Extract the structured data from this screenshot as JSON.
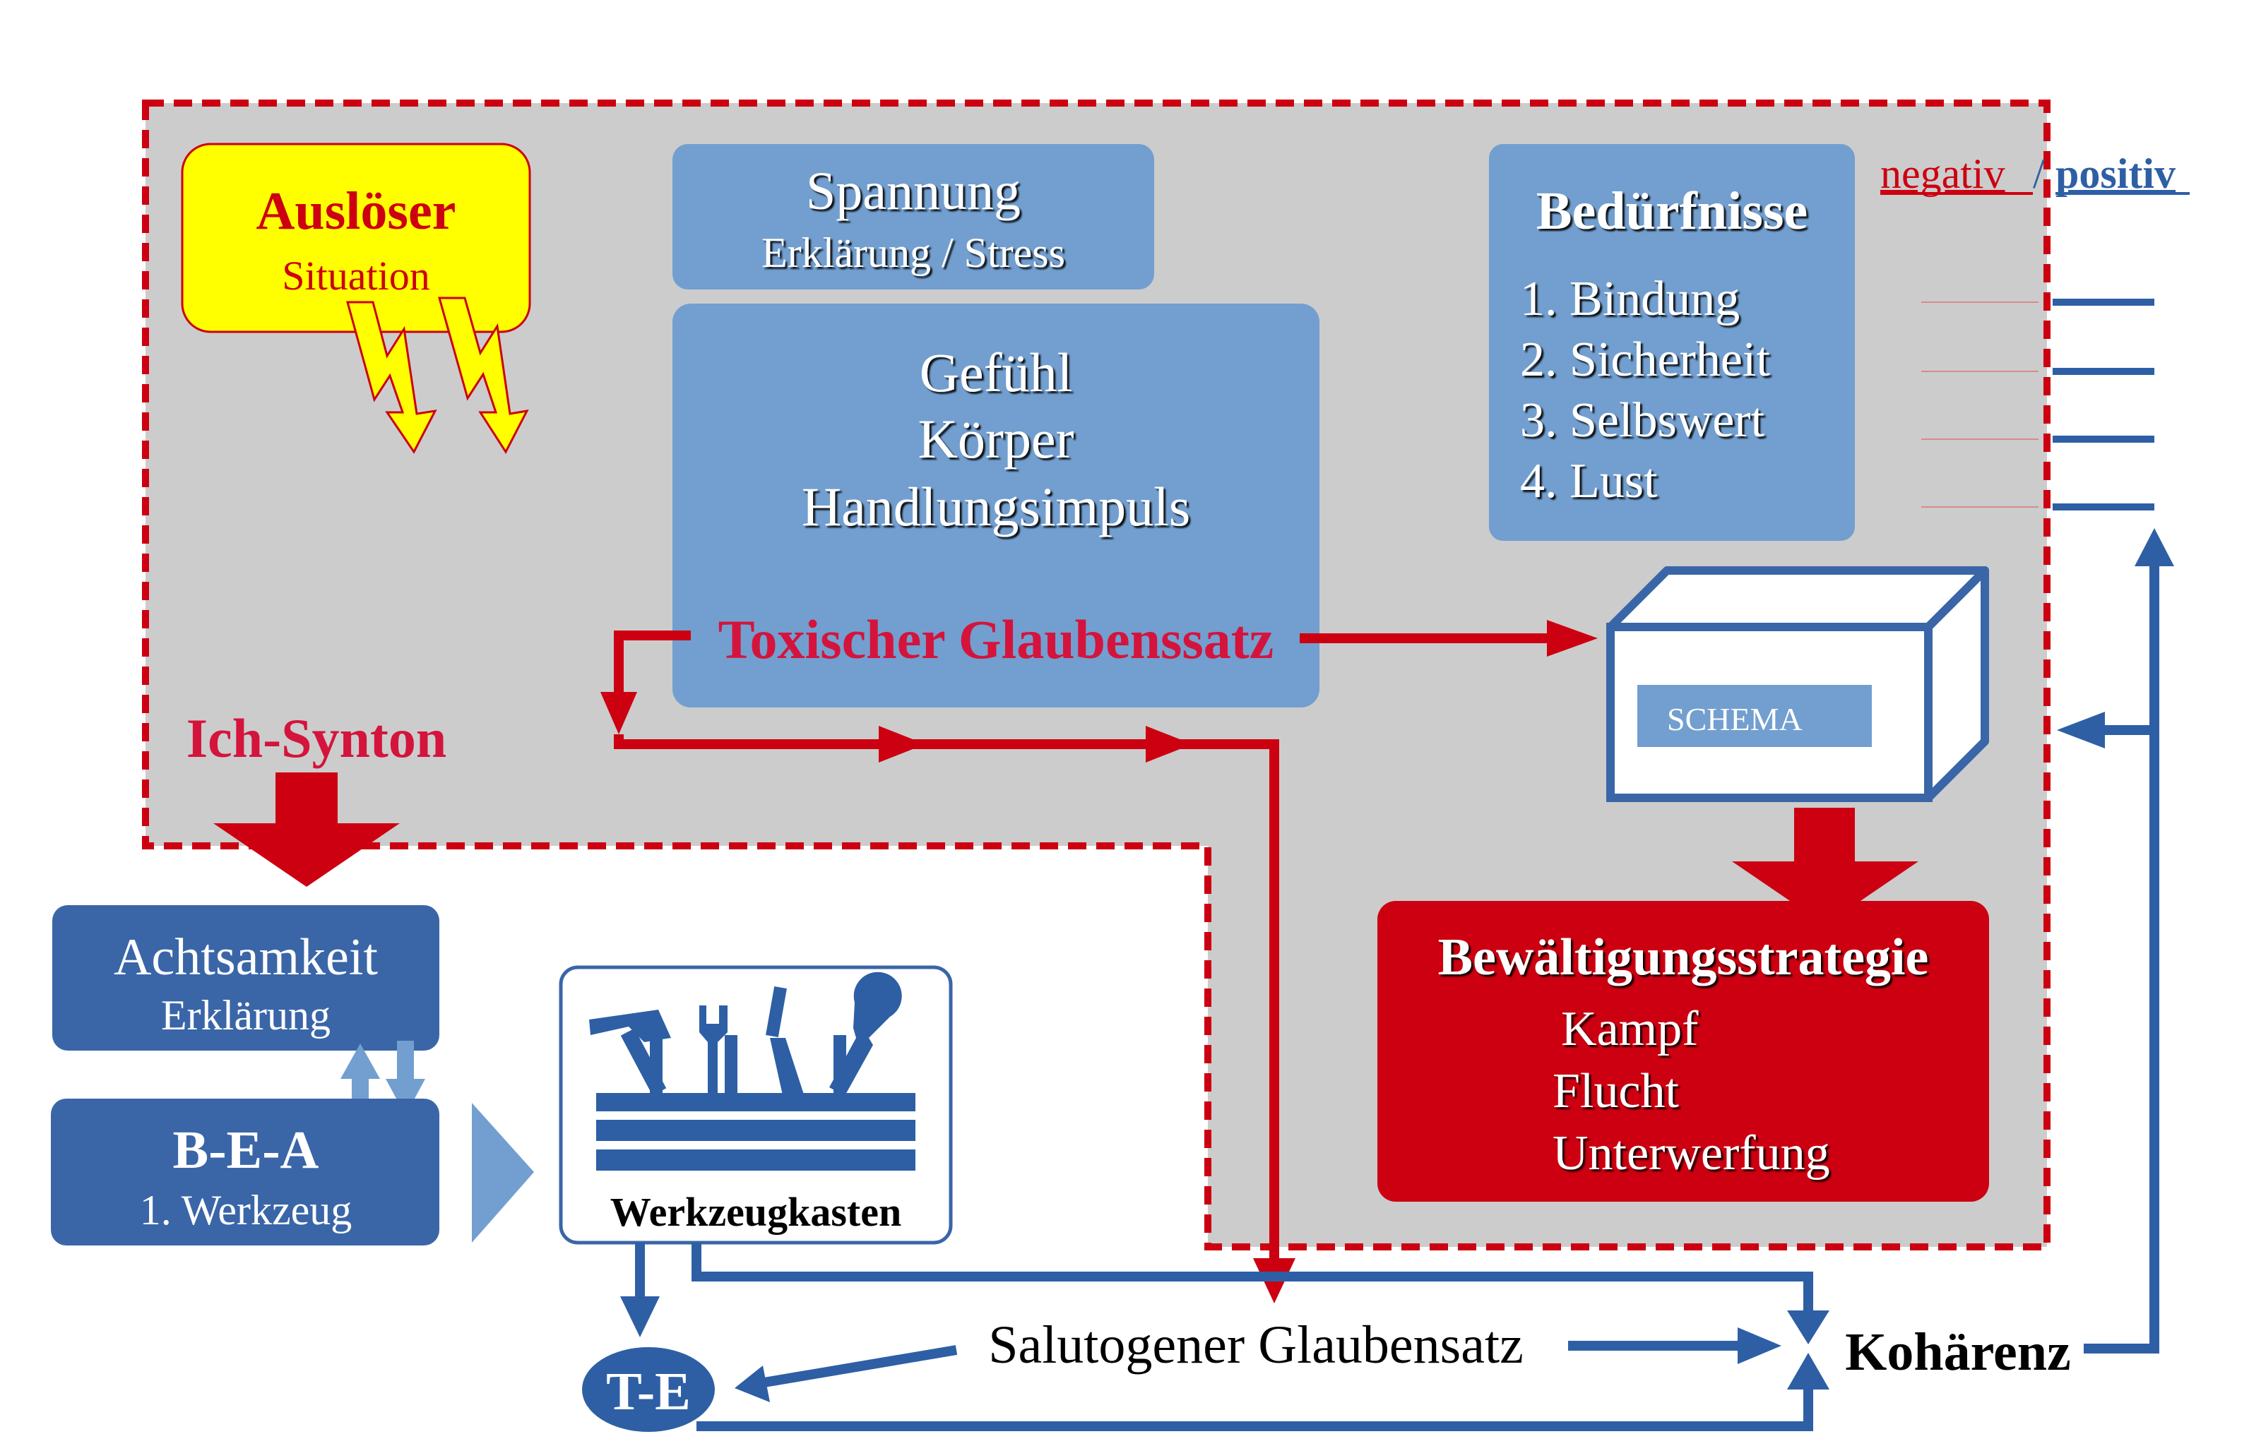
{
  "trigger": {
    "title": "Auslöser",
    "subtitle": "Situation"
  },
  "tension": {
    "title": "Spannung",
    "subtitle": "Erklärung / Stress"
  },
  "feeling": {
    "line1": "Gefühl",
    "line2": "Körper",
    "line3": "Handlungsimpuls",
    "belief": "Toxischer Glaubenssatz"
  },
  "needs": {
    "title": "Bedürfnisse",
    "items": [
      "1. Bindung",
      "2. Sicherheit",
      "3. Selbswert",
      "4. Lust"
    ]
  },
  "legend": {
    "negative": "negativ",
    "separator": "/",
    "positive": "positiv"
  },
  "schema": {
    "label": "SCHEMA"
  },
  "ich_synton": "Ich-Synton",
  "coping": {
    "title": "Bewältigungsstrategie",
    "items": [
      "Kampf",
      "Flucht",
      "Unterwerfung"
    ]
  },
  "mindfulness": {
    "title": "Achtsamkeit",
    "subtitle": "Erklärung"
  },
  "bea": {
    "title": "B-E-A",
    "subtitle": "1. Werkzeug"
  },
  "toolbox": {
    "label": "Werkzeugkasten"
  },
  "te": {
    "label": "T-E"
  },
  "salutogenic": "Salutogener Glaubensatz",
  "coherence": "Kohärenz",
  "colors": {
    "red": "#cc0010",
    "crimson": "#d4143c",
    "blue_dark": "#2e5fa5",
    "blue_mid": "#3a66a8",
    "blue_light": "#729fcf",
    "yellow": "#ffff00",
    "grey": "#cccccc"
  }
}
